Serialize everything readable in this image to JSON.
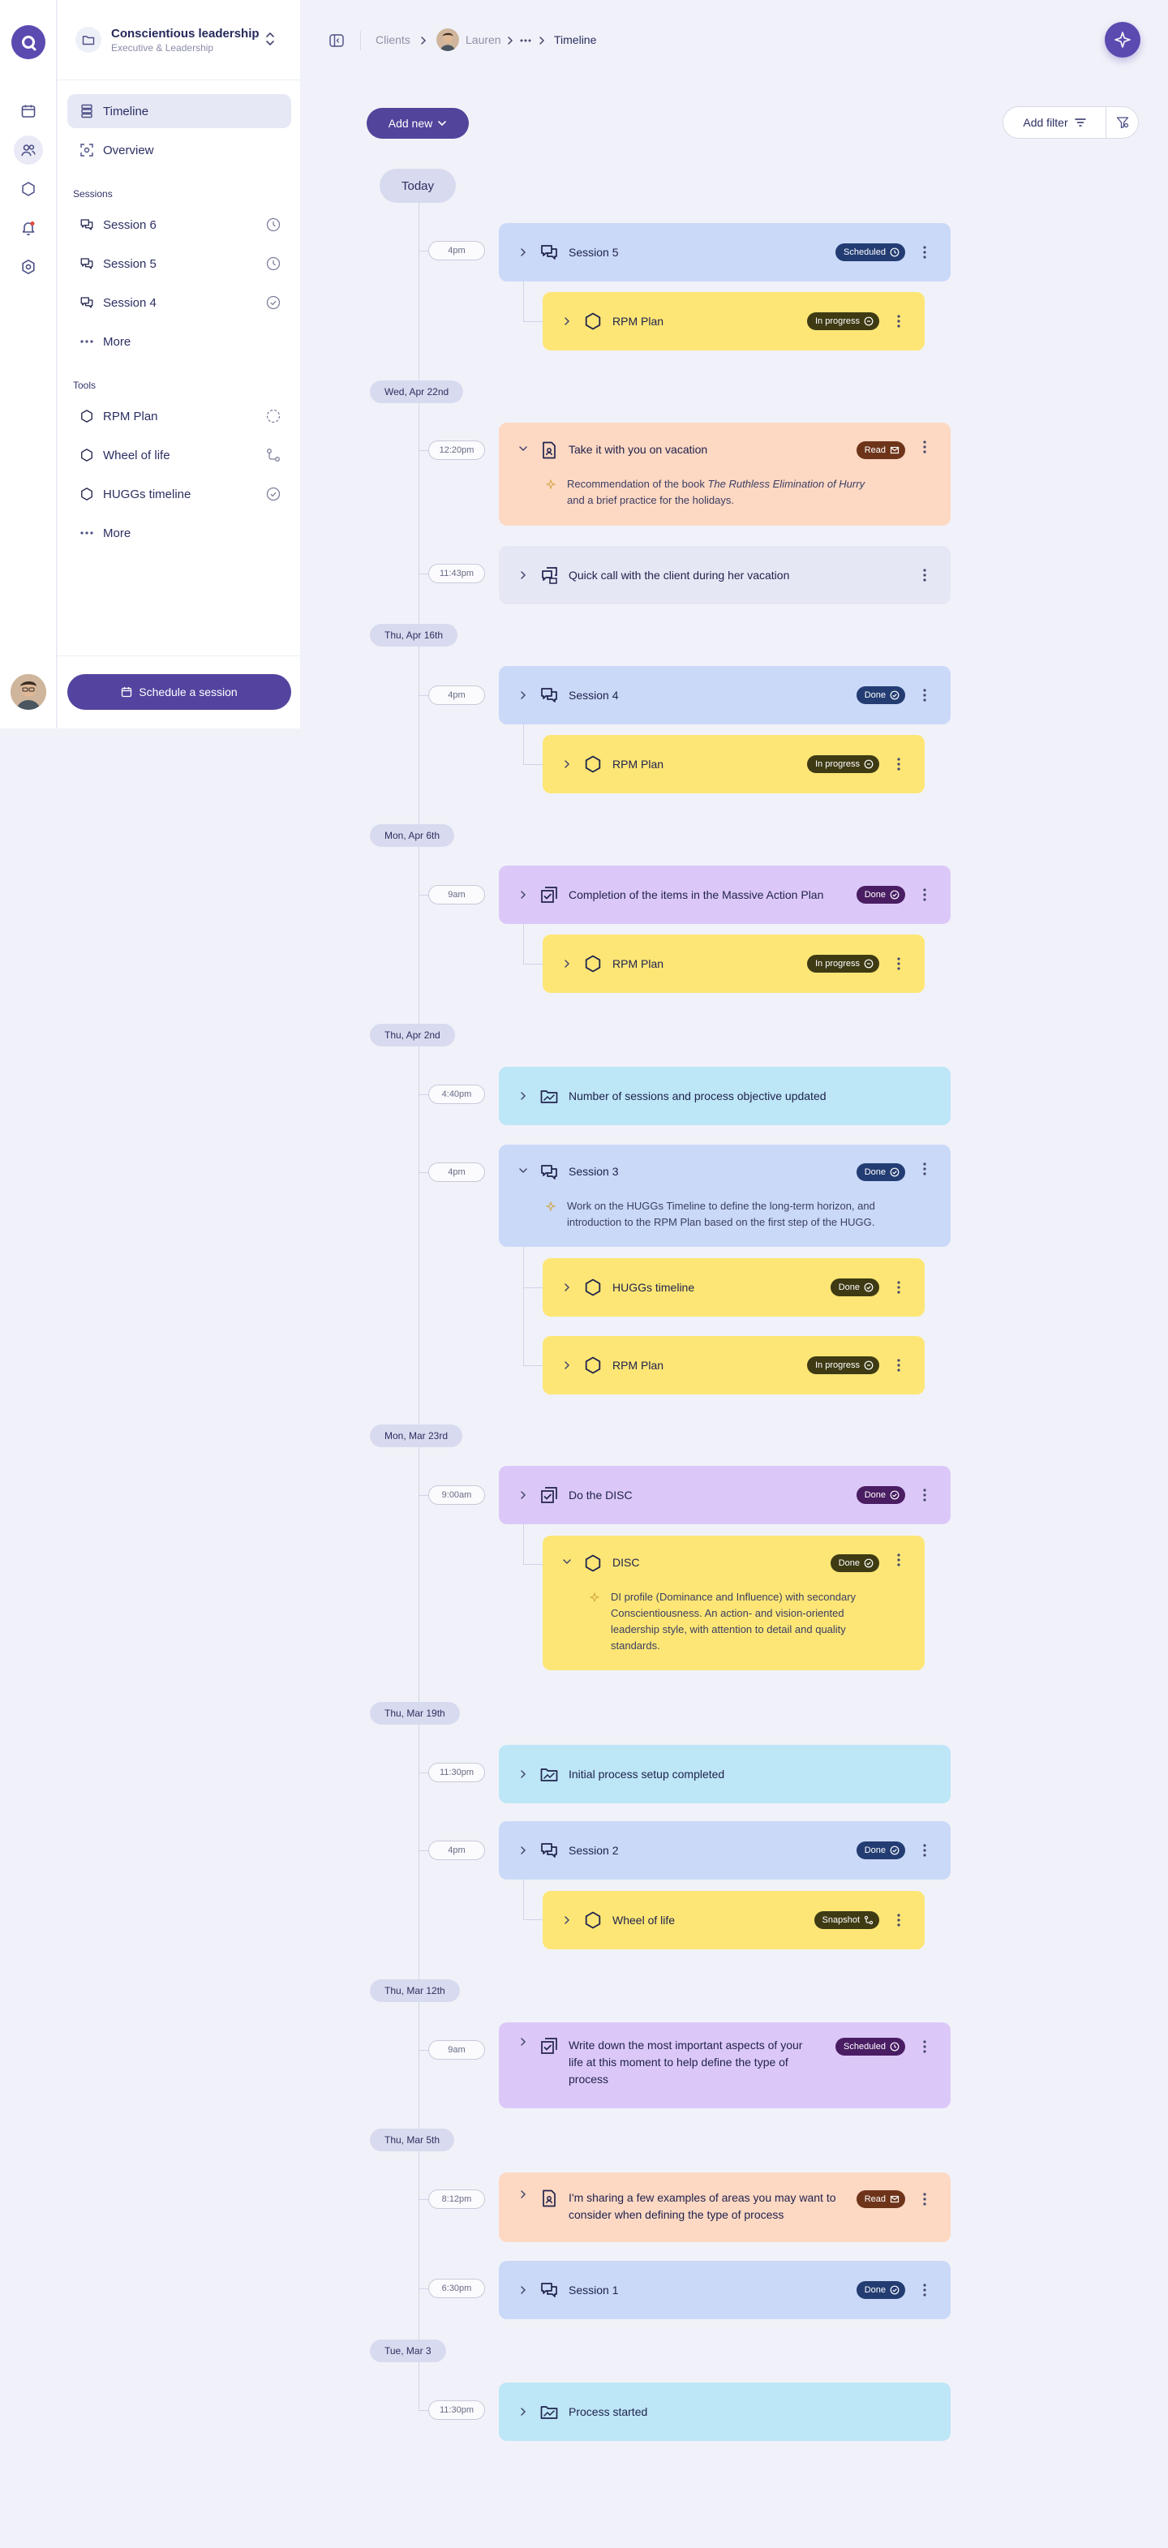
{
  "project": {
    "title": "Conscientious leadership",
    "subtitle": "Executive & Leadership"
  },
  "sidebar": {
    "nav": [
      {
        "label": "Timeline"
      },
      {
        "label": "Overview"
      }
    ],
    "sessions_heading": "Sessions",
    "sessions": [
      {
        "label": "Session 6",
        "status": "scheduled"
      },
      {
        "label": "Session 5",
        "status": "scheduled"
      },
      {
        "label": "Session 4",
        "status": "done"
      }
    ],
    "sessions_more": "More",
    "tools_heading": "Tools",
    "tools": [
      {
        "label": "RPM Plan",
        "status": "in-progress"
      },
      {
        "label": "Wheel of life",
        "status": "snapshot"
      },
      {
        "label": "HUGGs timeline",
        "status": "done"
      }
    ],
    "tools_more": "More",
    "schedule_button": "Schedule a session"
  },
  "breadcrumb": {
    "clients": "Clients",
    "client": "Lauren",
    "current": "Timeline"
  },
  "toolbar": {
    "add_new": "Add new",
    "add_filter": "Add filter"
  },
  "today_label": "Today",
  "badges": {
    "scheduled": "Scheduled",
    "in_progress": "In progress",
    "done": "Done",
    "read": "Read",
    "snapshot": "Snapshot"
  },
  "colors": {
    "accent": "#54449f",
    "session": "#cad9f8",
    "tool": "#fde675",
    "reading": "#fdd8c3",
    "call": "#e6e7f5",
    "task": "#dcc8f8",
    "milestone": "#bde6f7"
  },
  "timeline": {
    "dates": [
      "Wed, Apr 22nd",
      "Thu, Apr 16th",
      "Mon, Apr 6th",
      "Thu, Apr 2nd",
      "Mon, Mar 23rd",
      "Thu, Mar 19th",
      "Thu, Mar 12th",
      "Thu, Mar 5th",
      "Tue, Mar 3"
    ],
    "times": [
      "4pm",
      "12:20pm",
      "11:43pm",
      "4pm",
      "9am",
      "4:40pm",
      "4pm",
      "9:00am",
      "11:30pm",
      "4pm",
      "9am",
      "8:12pm",
      "6:30pm",
      "11:30pm"
    ],
    "cards": [
      {
        "title": "Session 5",
        "badge": "Scheduled"
      },
      {
        "title": "RPM Plan",
        "badge": "In progress"
      },
      {
        "title": "Take it with you on vacation",
        "badge": "Read",
        "desc_pre": "Recommendation of the book ",
        "desc_em": "The Ruthless Elimination of Hurry",
        "desc_post": "and a brief practice for the holidays."
      },
      {
        "title": "Quick call with the client during her vacation"
      },
      {
        "title": "Session 4",
        "badge": "Done"
      },
      {
        "title": "RPM Plan",
        "badge": "In progress"
      },
      {
        "title": "Completion of the items in the Massive Action Plan",
        "badge": "Done"
      },
      {
        "title": "RPM Plan",
        "badge": "In progress"
      },
      {
        "title": "Number of sessions and process objective updated"
      },
      {
        "title": "Session 3",
        "badge": "Done",
        "desc_l1": "Work on the HUGGs Timeline to define the long-term horizon, and",
        "desc_l2": "introduction to the RPM Plan based on the first step of the HUGG."
      },
      {
        "title": "HUGGs timeline",
        "badge": "Done"
      },
      {
        "title": "RPM Plan",
        "badge": "In progress"
      },
      {
        "title": "Do the DISC",
        "badge": "Done"
      },
      {
        "title": "DISC",
        "badge": "Done",
        "desc_l1": "DI profile (Dominance and Influence) with secondary",
        "desc_l2": "Conscientiousness. An action- and vision-oriented",
        "desc_l3": "leadership style, with attention to detail and quality",
        "desc_l4": "standards."
      },
      {
        "title": "Initial process setup completed"
      },
      {
        "title": "Session 2",
        "badge": "Done"
      },
      {
        "title": "Wheel of life",
        "badge": "Snapshot"
      },
      {
        "title_l1": "Write down the most important aspects of your",
        "title_l2": "life at this moment to help define the type of",
        "title_l3": "process",
        "badge": "Scheduled"
      },
      {
        "title_l1": "I'm sharing a few examples of areas you may want to",
        "title_l2": "consider when defining the type of process",
        "badge": "Read"
      },
      {
        "title": "Session 1",
        "badge": "Done"
      },
      {
        "title": "Process started"
      }
    ]
  }
}
